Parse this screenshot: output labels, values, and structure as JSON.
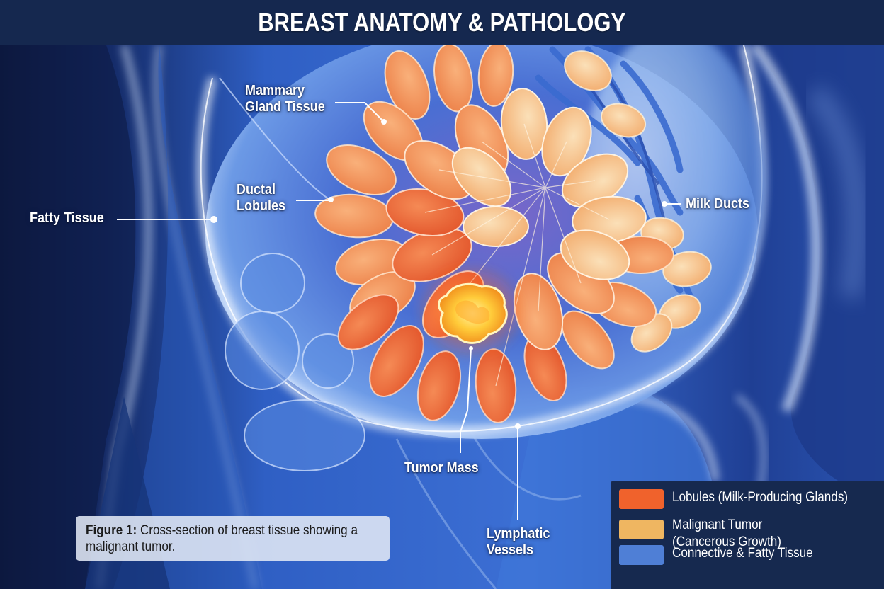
{
  "header": {
    "title": "BREAST ANATOMY & PATHOLOGY"
  },
  "labels": {
    "mammary_gland": [
      "Mammary",
      "Gland Tissue"
    ],
    "ductal_lobules": [
      "Ductal",
      "Lobules"
    ],
    "fatty_tissue": "Fatty Tissue",
    "milk_ducts": "Milk Ducts",
    "tumor_mass": "Tumor Mass",
    "lymphatic_vessels": [
      "Lymphatic",
      "Vessels"
    ]
  },
  "caption": {
    "prefix": "Figure 1:",
    "text": " Cross-section of breast tissue showing a malignant tumor."
  },
  "legend": {
    "items": [
      {
        "label": "Lobules (Milk-Producing Glands)",
        "color": "#f0622c"
      },
      {
        "label_line1": "Malignant Tumor",
        "label_line2": "(Cancerous Growth)",
        "color": "#efb661"
      },
      {
        "label": "Connective & Fatty Tissue",
        "color": "#4f7fd6"
      }
    ]
  },
  "colors": {
    "header_bg": "#15284f",
    "background_dark": "#0f1f45",
    "tissue_blue": "#3d6fd0",
    "lobule_orange": "#f0622c",
    "lobule_peach": "#f5c68e",
    "tumor_yellow": "#ffd24a"
  }
}
